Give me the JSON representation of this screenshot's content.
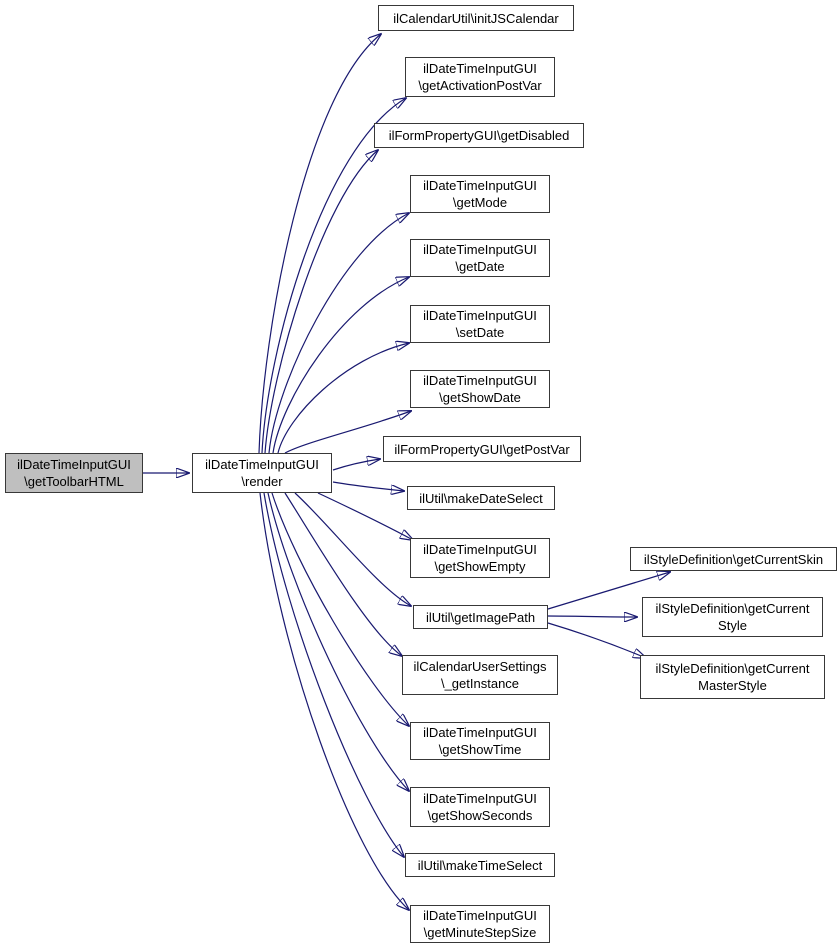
{
  "graph": {
    "type": "call-graph",
    "background_color": "#ffffff",
    "edge_color": "#191970",
    "node_border_color": "#383838",
    "node_fill_color": "#ffffff",
    "highlight_fill_color": "#bfbfbf",
    "nodes": [
      {
        "id": "getToolbarHTML",
        "highlighted": true,
        "lines": [
          "ilDateTimeInputGUI",
          "\\getToolbarHTML"
        ]
      },
      {
        "id": "render",
        "highlighted": false,
        "lines": [
          "ilDateTimeInputGUI",
          "\\render"
        ]
      },
      {
        "id": "initJSCalendar",
        "highlighted": false,
        "lines": [
          "ilCalendarUtil\\initJSCalendar"
        ]
      },
      {
        "id": "getActivationPostVar",
        "highlighted": false,
        "lines": [
          "ilDateTimeInputGUI",
          "\\getActivationPostVar"
        ]
      },
      {
        "id": "getDisabled",
        "highlighted": false,
        "lines": [
          "ilFormPropertyGUI\\getDisabled"
        ]
      },
      {
        "id": "getMode",
        "highlighted": false,
        "lines": [
          "ilDateTimeInputGUI",
          "\\getMode"
        ]
      },
      {
        "id": "getDate",
        "highlighted": false,
        "lines": [
          "ilDateTimeInputGUI",
          "\\getDate"
        ]
      },
      {
        "id": "setDate",
        "highlighted": false,
        "lines": [
          "ilDateTimeInputGUI",
          "\\setDate"
        ]
      },
      {
        "id": "getShowDate",
        "highlighted": false,
        "lines": [
          "ilDateTimeInputGUI",
          "\\getShowDate"
        ]
      },
      {
        "id": "getPostVar",
        "highlighted": false,
        "lines": [
          "ilFormPropertyGUI\\getPostVar"
        ]
      },
      {
        "id": "makeDateSelect",
        "highlighted": false,
        "lines": [
          "ilUtil\\makeDateSelect"
        ]
      },
      {
        "id": "getShowEmpty",
        "highlighted": false,
        "lines": [
          "ilDateTimeInputGUI",
          "\\getShowEmpty"
        ]
      },
      {
        "id": "getImagePath",
        "highlighted": false,
        "lines": [
          "ilUtil\\getImagePath"
        ]
      },
      {
        "id": "_getInstance",
        "highlighted": false,
        "lines": [
          "ilCalendarUserSettings",
          "\\_getInstance"
        ]
      },
      {
        "id": "getShowTime",
        "highlighted": false,
        "lines": [
          "ilDateTimeInputGUI",
          "\\getShowTime"
        ]
      },
      {
        "id": "getShowSeconds",
        "highlighted": false,
        "lines": [
          "ilDateTimeInputGUI",
          "\\getShowSeconds"
        ]
      },
      {
        "id": "makeTimeSelect",
        "highlighted": false,
        "lines": [
          "ilUtil\\makeTimeSelect"
        ]
      },
      {
        "id": "getMinuteStepSize",
        "highlighted": false,
        "lines": [
          "ilDateTimeInputGUI",
          "\\getMinuteStepSize"
        ]
      },
      {
        "id": "getCurrentSkin",
        "highlighted": false,
        "lines": [
          "ilStyleDefinition\\getCurrentSkin"
        ]
      },
      {
        "id": "getCurrentStyle",
        "highlighted": false,
        "lines": [
          "ilStyleDefinition\\getCurrent",
          "Style"
        ]
      },
      {
        "id": "getCurrentMasterStyle",
        "highlighted": false,
        "lines": [
          "ilStyleDefinition\\getCurrent",
          "MasterStyle"
        ]
      }
    ],
    "edges": [
      {
        "from": "getToolbarHTML",
        "to": "render"
      },
      {
        "from": "render",
        "to": "initJSCalendar"
      },
      {
        "from": "render",
        "to": "getActivationPostVar"
      },
      {
        "from": "render",
        "to": "getDisabled"
      },
      {
        "from": "render",
        "to": "getMode"
      },
      {
        "from": "render",
        "to": "getDate"
      },
      {
        "from": "render",
        "to": "setDate"
      },
      {
        "from": "render",
        "to": "getShowDate"
      },
      {
        "from": "render",
        "to": "getPostVar"
      },
      {
        "from": "render",
        "to": "makeDateSelect"
      },
      {
        "from": "render",
        "to": "getShowEmpty"
      },
      {
        "from": "render",
        "to": "getImagePath"
      },
      {
        "from": "render",
        "to": "_getInstance"
      },
      {
        "from": "render",
        "to": "getShowTime"
      },
      {
        "from": "render",
        "to": "getShowSeconds"
      },
      {
        "from": "render",
        "to": "makeTimeSelect"
      },
      {
        "from": "render",
        "to": "getMinuteStepSize"
      },
      {
        "from": "getImagePath",
        "to": "getCurrentSkin"
      },
      {
        "from": "getImagePath",
        "to": "getCurrentStyle"
      },
      {
        "from": "getImagePath",
        "to": "getCurrentMasterStyle"
      }
    ]
  }
}
